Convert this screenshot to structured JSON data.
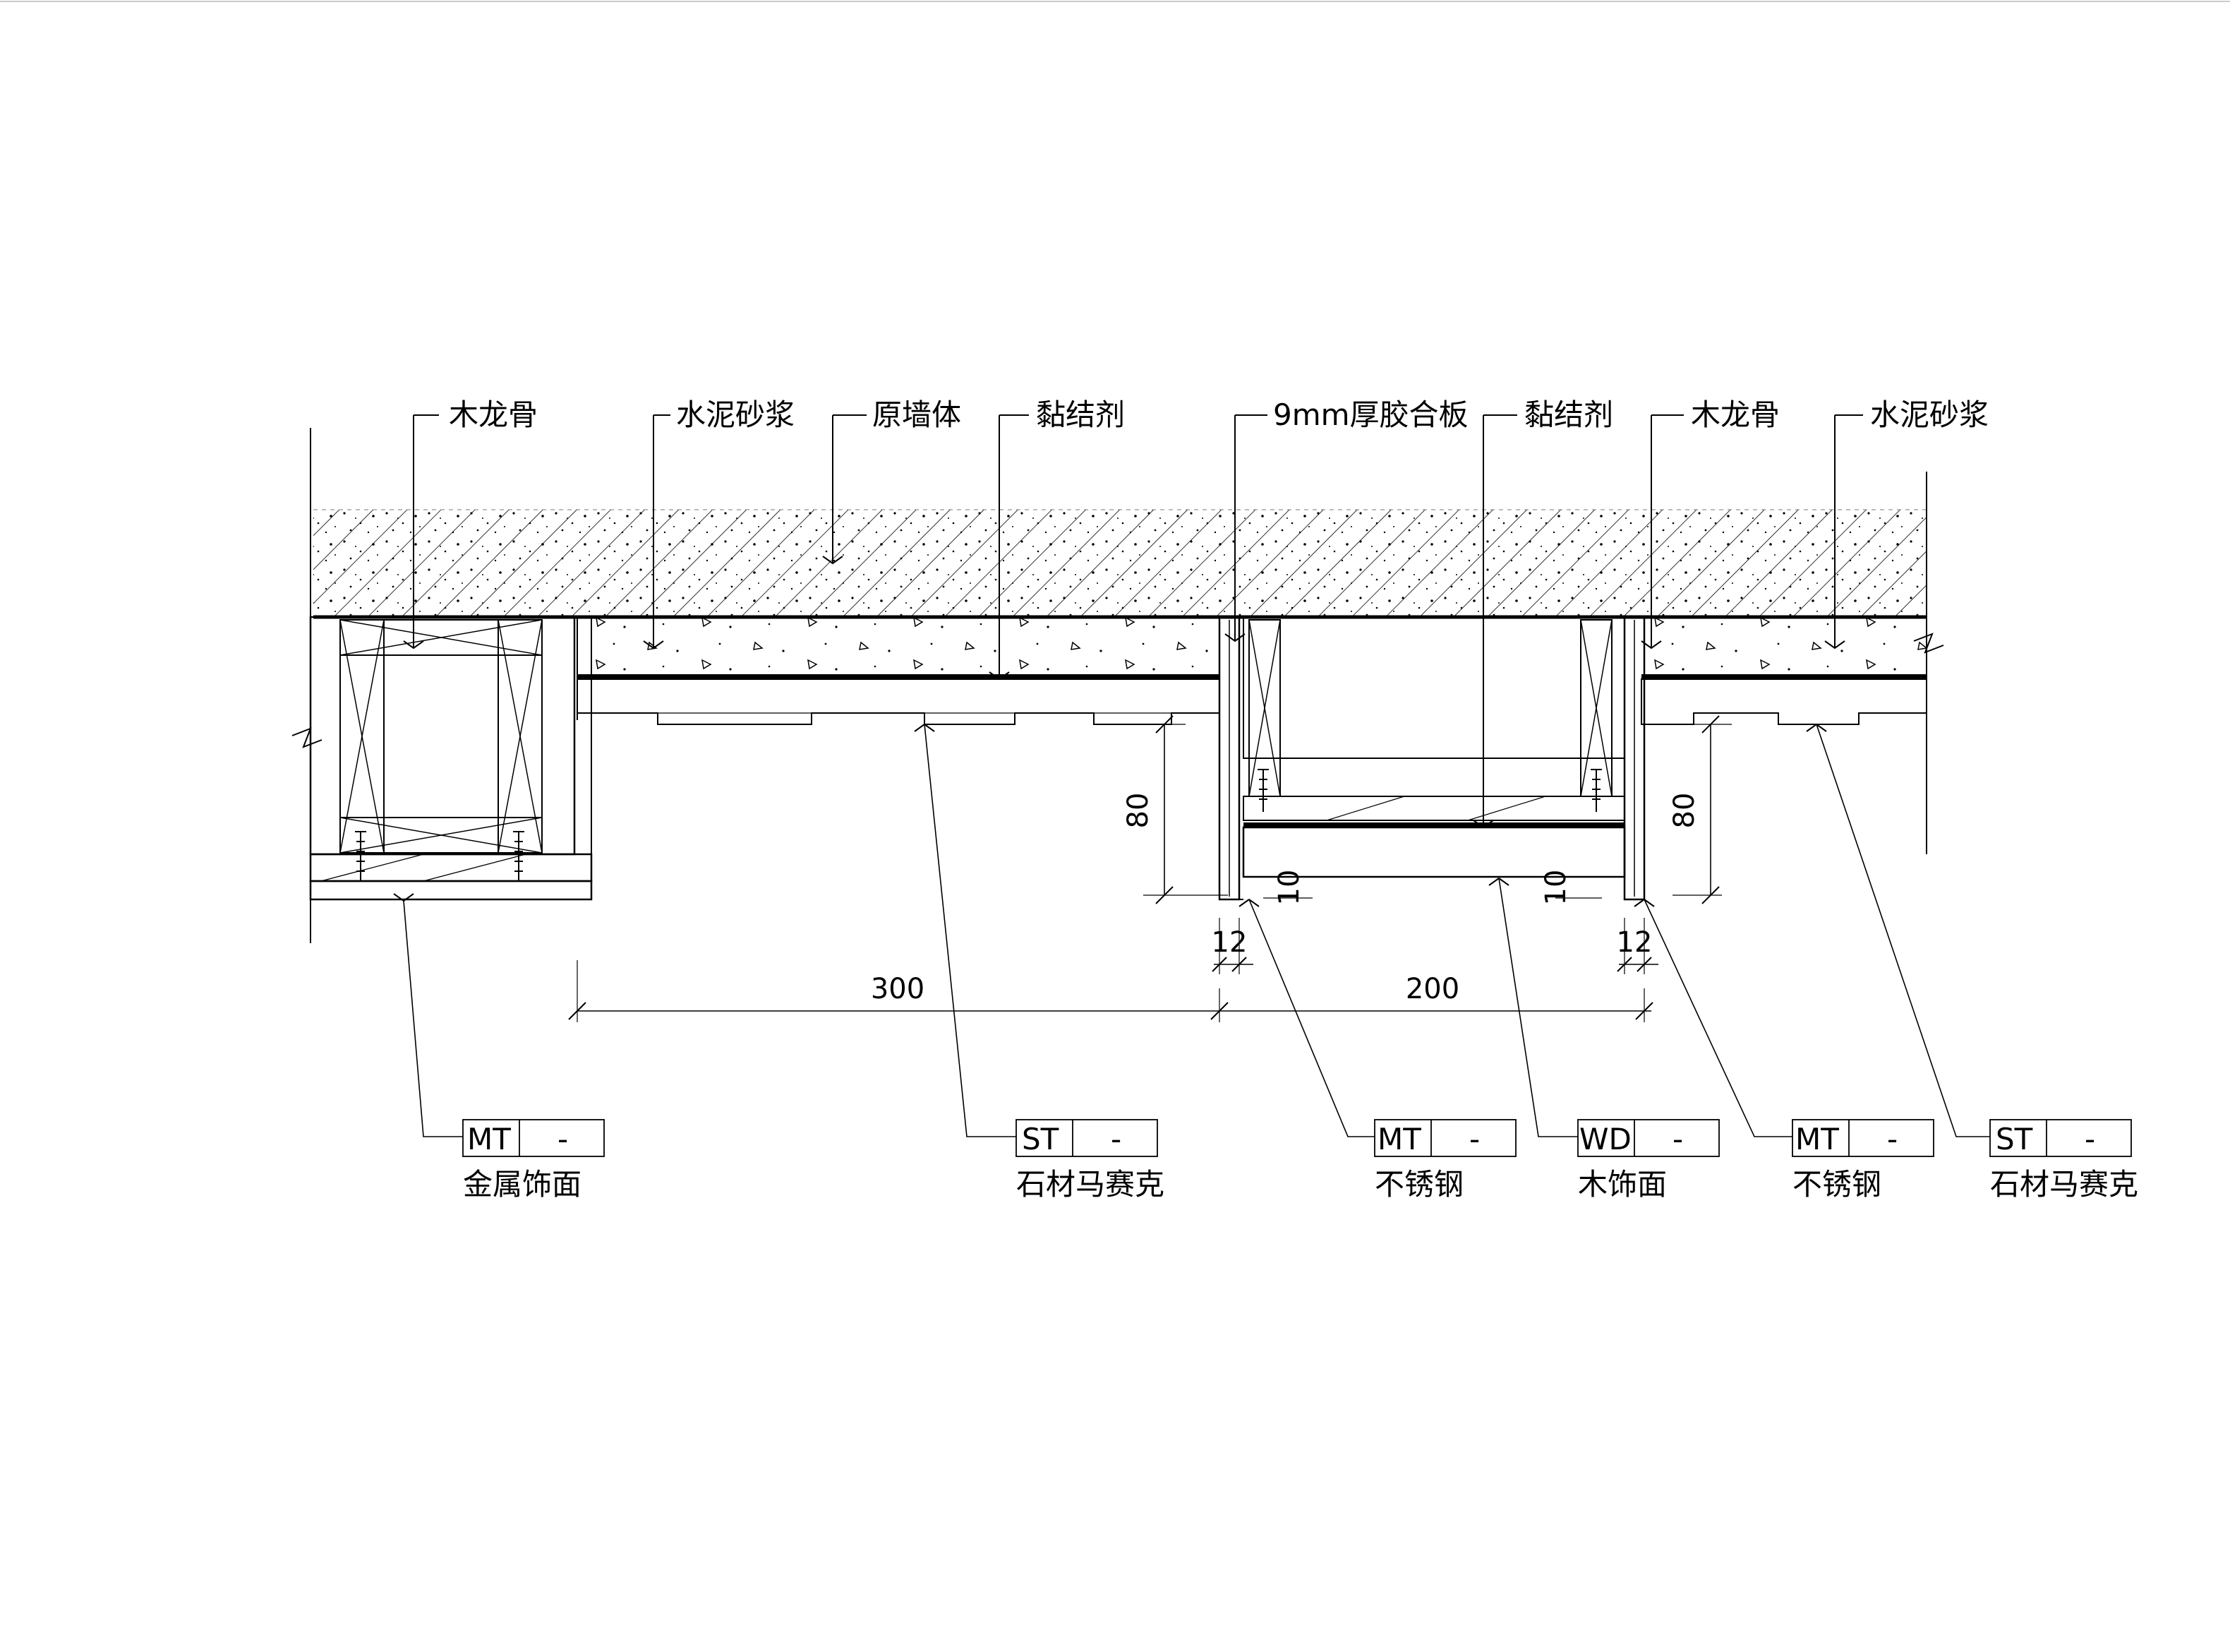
{
  "top_labels": [
    {
      "text": "木龙骨"
    },
    {
      "text": "水泥砂浆"
    },
    {
      "text": "原墙体"
    },
    {
      "text": "黏结剂"
    },
    {
      "text": "9mm厚胶合板"
    },
    {
      "text": "黏结剂"
    },
    {
      "text": "木龙骨"
    },
    {
      "text": "水泥砂浆"
    }
  ],
  "dimensions": {
    "d80_left": "80",
    "d80_right": "80",
    "d10_left": "10",
    "d10_right": "10",
    "d12_left": "12",
    "d12_right": "12",
    "d300": "300",
    "d200": "200"
  },
  "material_tags": [
    {
      "code": "MT",
      "num": "-",
      "name": "金属饰面"
    },
    {
      "code": "ST",
      "num": "-",
      "name": "石材马赛克"
    },
    {
      "code": "MT",
      "num": "-",
      "name": "不锈钢"
    },
    {
      "code": "WD",
      "num": "-",
      "name": "木饰面"
    },
    {
      "code": "MT",
      "num": "-",
      "name": "不锈钢"
    },
    {
      "code": "ST",
      "num": "-",
      "name": "石材马赛克"
    }
  ]
}
